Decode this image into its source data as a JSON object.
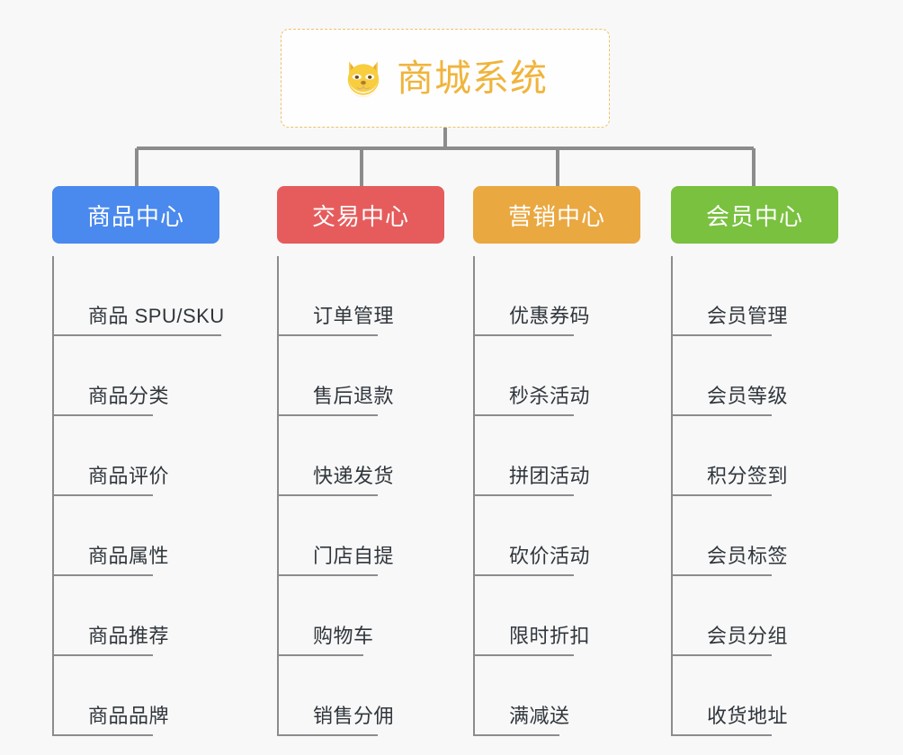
{
  "page": {
    "background_color": "#f8f8f8",
    "type": "org-chart-mindmap"
  },
  "root": {
    "title": "商城系统",
    "icon": "shiba-dog-face-icon",
    "text_color": "#f0b43c",
    "border_color": "#f0c068",
    "border_style": "dashed",
    "background_color": "#fefefe"
  },
  "columns": [
    {
      "id": "product-center",
      "header": "商品中心",
      "color": "#4a89ed",
      "items": [
        "商品 SPU/SKU",
        "商品分类",
        "商品评价",
        "商品属性",
        "商品推荐",
        "商品品牌"
      ]
    },
    {
      "id": "trade-center",
      "header": "交易中心",
      "color": "#e65c5c",
      "items": [
        "订单管理",
        "售后退款",
        "快递发货",
        "门店自提",
        "购物车",
        "销售分佣"
      ]
    },
    {
      "id": "marketing-center",
      "header": "营销中心",
      "color": "#eaa841",
      "items": [
        "优惠券码",
        "秒杀活动",
        "拼团活动",
        "砍价活动",
        "限时折扣",
        "满减送"
      ]
    },
    {
      "id": "member-center",
      "header": "会员中心",
      "color": "#79c13f",
      "items": [
        "会员管理",
        "会员等级",
        "积分签到",
        "会员标签",
        "会员分组",
        "收货地址"
      ]
    }
  ],
  "connector": {
    "color": "#8c8c8c"
  }
}
